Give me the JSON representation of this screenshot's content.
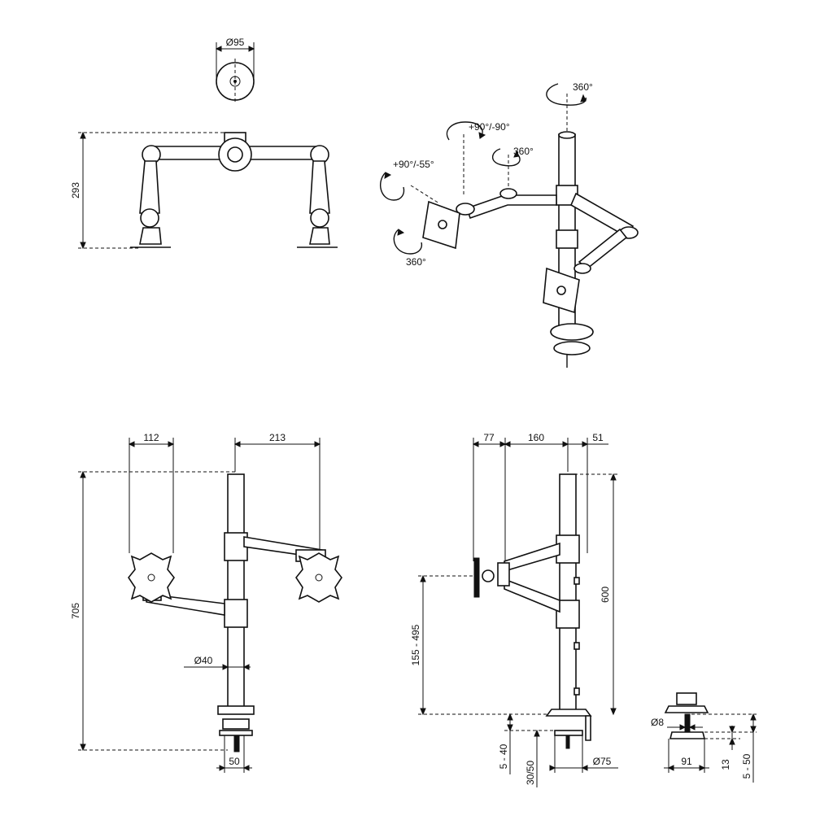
{
  "top_view": {
    "base_diameter": "Ø95",
    "height": "293"
  },
  "iso_view": {
    "rot_top": "360°",
    "rot_tilt": "+90°/-90°",
    "rot_arm": "360°",
    "rot_side": "+90°/-55°",
    "rot_plate": "360°"
  },
  "front_view": {
    "width_plate": "112",
    "arm_reach": "213",
    "total_height": "705",
    "pole_diameter": "Ø40",
    "clamp_width": "50"
  },
  "side_view": {
    "dim_a": "77",
    "dim_b": "160",
    "dim_c": "51",
    "pole_height": "600",
    "adjust_range": "155 - 495",
    "desk_thickness": "5 - 40",
    "clamp_depth": "30/50",
    "clamp_diameter": "Ø75"
  },
  "detail_view": {
    "bolt": "Ø8",
    "base_width": "91",
    "plate_thickness": "13",
    "range": "5 - 50"
  }
}
